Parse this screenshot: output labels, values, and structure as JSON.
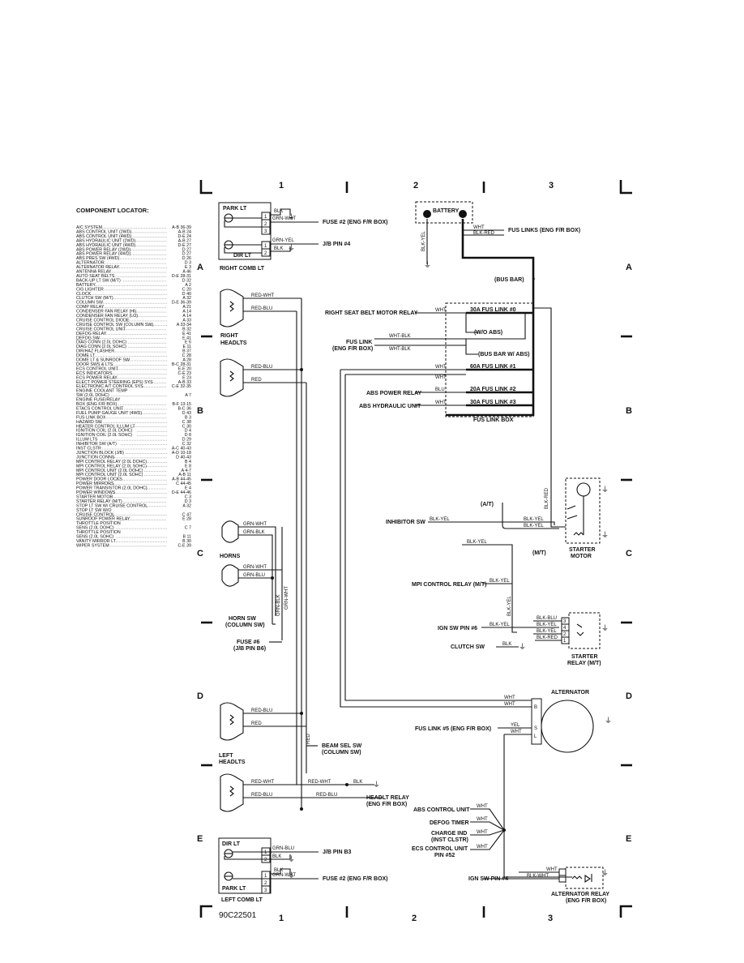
{
  "grid": {
    "cols_top": [
      "1",
      "2",
      "3"
    ],
    "cols_bottom": [
      "1",
      "2",
      "3"
    ],
    "rows_left": [
      "A",
      "B",
      "C",
      "D",
      "E"
    ],
    "rows_right": [
      "A",
      "B",
      "C",
      "D",
      "E"
    ]
  },
  "figure_id": "90C22501",
  "locator": {
    "title": "COMPONENT LOCATOR:",
    "items": [
      [
        "A/C SYSTEM",
        "A-B 36-39"
      ],
      [
        "ABS CONTROL UNIT (2WD)",
        "A-B 24"
      ],
      [
        "ABS CONTROL UNIT (4WD)",
        "D-E 24"
      ],
      [
        "ABS HYDRAULIC UNIT (2WD)",
        "A-B 27"
      ],
      [
        "ABS HYDRAULIC UNIT (4WD)",
        "D-E 27"
      ],
      [
        "ABS POWER RELAY (2WD)",
        "D 27"
      ],
      [
        "ABS POWER RELAY (4WD)",
        "D 27"
      ],
      [
        "ABS PRES SW (4WD)",
        "D 26"
      ],
      [
        "ALTERNATOR",
        "D 3"
      ],
      [
        "ALTERNATOR RELAY",
        "E 3"
      ],
      [
        "ANTENNA RELAY",
        "A 46"
      ],
      [
        "AUTO SEAT BELTS",
        "D-E 28-31"
      ],
      [
        "BACK-UP LT SW (M/T)",
        "D 32"
      ],
      [
        "BATTERY",
        "A 2"
      ],
      [
        "CIG LIGHTER",
        "C 20"
      ],
      [
        "CLOCK",
        "D 40"
      ],
      [
        "CLUTCH SW (M/T)",
        "A 32"
      ],
      [
        "COLUMN SW",
        "D-E 36-39"
      ],
      [
        "COMP RELAY",
        "A 21"
      ],
      [
        "CONDENSER FAN RELAY (HI)",
        "A 14"
      ],
      [
        "CONDENSER FAN RELAY (LO)",
        "A 14"
      ],
      [
        "CRUISE CONTROL DIODE",
        "A 33"
      ],
      [
        "CRUISE CONTROL SW (COLUMN SW)",
        "A 33-34"
      ],
      [
        "CRUISE CONTROL UNIT",
        "B 32"
      ],
      [
        "DEFOG RELAY",
        "E 41"
      ],
      [
        "DEFOG SW",
        "E 41"
      ],
      [
        "DIAG CONN (2.0L DOHC)",
        "E 6"
      ],
      [
        "DIAG CONN (2.0L SOHC)",
        "E 11"
      ],
      [
        "DIR/HAZ FLASHER",
        "B 37"
      ],
      [
        "DOME LT",
        "C 28"
      ],
      [
        "DOME LT & SUNROOF SW",
        "A 28"
      ],
      [
        "DOOR SWS & LTS",
        "B-C 28-31"
      ],
      [
        "ECS CONTROL UNIT",
        "E-E 20"
      ],
      [
        "ECS INDICATORS",
        "C-E 23"
      ],
      [
        "ECS POWER RELAY",
        "E 23"
      ],
      [
        "ELECT POWER STEERING (EPS) SYS",
        "A-B 33"
      ],
      [
        "ELECTRONIC A/T CONTROL SYS",
        "C-E 32-35"
      ],
      [
        "ENGINE COOLANT TEMP",
        ""
      ],
      [
        "SW (2.0L DOHC)",
        "A 7"
      ],
      [
        "ENGINE FUSE/RELAY",
        ""
      ],
      [
        "BOX (ENG F/R BOX)",
        "B-F 13-15"
      ],
      [
        "ETACS CONTROL UNIT",
        "B-C 36"
      ],
      [
        "FUEL PUMP GAUGE UNIT (4WD)",
        "D 43"
      ],
      [
        "FUS LINK BOX",
        "B 3"
      ],
      [
        "HAZARD SW",
        "C 38"
      ],
      [
        "HEATER CONTROL ILLUM LT",
        "C 30"
      ],
      [
        "IGNITION COIL (2.0L DOHC)",
        "D 4"
      ],
      [
        "IGNITION COIL (2.0L SOHC)",
        "D 8"
      ],
      [
        "ILLUM LTS",
        "D 29"
      ],
      [
        "INHIBITOR SW (A/T)",
        "C 32"
      ],
      [
        "INST CLSTR",
        "A-C 40-43"
      ],
      [
        "JUNCTION BLOCK (J/B)",
        "A-D 10-18"
      ],
      [
        "JUNCTION CONNS",
        "D 40-43"
      ],
      [
        "MPI CONTROL RELAY (2.0L DOHC)",
        "B 4"
      ],
      [
        "MPI CONTROL RELAY (2.0L SOHC)",
        "E 8"
      ],
      [
        "MPI CONTROL UNIT (2.0L DOHC)",
        "A 4-7"
      ],
      [
        "MPI CONTROL UNIT (2.0L SOHC)",
        "A-B 11"
      ],
      [
        "POWER DOOR LOCKS",
        "A-B 44-45"
      ],
      [
        "POWER MIRRORS",
        "C 44-45"
      ],
      [
        "POWER TRANSISTOR (2.0L DOHC)",
        "E 4"
      ],
      [
        "POWER WINDOWS",
        "D-E 44-46"
      ],
      [
        "STARTER MOTOR",
        "C 3"
      ],
      [
        "STARTER RELAY (M/T)",
        "D 3"
      ],
      [
        "STOP LT SW W/ CRUISE CONTROL",
        "A 32"
      ],
      [
        "STOP LT SW W/O",
        ""
      ],
      [
        "CRUISE CONTROL",
        "C 47"
      ],
      [
        "SUNROOF POWER RELAY",
        "E 28"
      ],
      [
        "THROTTLE POSITION",
        ""
      ],
      [
        "SENS (2.0L DOHC)",
        "C 7"
      ],
      [
        "THROTTLE POSITION",
        ""
      ],
      [
        "SENS (2.0L SOHC)",
        "B 11"
      ],
      [
        "VANITY MIRROR LT",
        "B 30"
      ],
      [
        "WIPER SYSTEM",
        "C-E 39"
      ]
    ]
  },
  "components": {
    "park_lt_r": "PARK LT",
    "dir_lt_r": "DIR LT",
    "right_comb_lt": "RIGHT COMB LT",
    "right_headlts_1": "RIGHT",
    "right_headlts_2": "HEADLTS",
    "horns": "HORNS",
    "horn_sw_1": "HORN SW",
    "horn_sw_2": "(COLUMN SW)",
    "fuse6_1": "FUSE #6",
    "fuse6_2": "(J/B PIN B6)",
    "left_headlts_1": "LEFT",
    "left_headlts_2": "HEADLTS",
    "beam_sel_1": "BEAM SEL SW",
    "beam_sel_2": "(COLUMN SW)",
    "headlt_relay_1": "HEADLT RELAY",
    "headlt_relay_2": "(ENG F/R BOX)",
    "dir_lt_l": "DIR LT",
    "park_lt_l": "PARK LT",
    "left_comb_lt": "LEFT COMB LT",
    "battery": "BATTERY",
    "fus_links": "FUS LINKS (ENG F/R BOX)",
    "bus_bar": "(BUS BAR)",
    "rsb_relay": "RIGHT SEAT BELT MOTOR RELAY",
    "fus_link_eng_1": "FUS LINK",
    "fus_link_eng_2": "(ENG F/R BOX)",
    "fl0": "30A FUS LINK #0",
    "fl1": "60A FUS LINK #1",
    "fl2": "20A FUS LINK #2",
    "fl3": "30A FUS LINK #3",
    "wo_abs": "(W/O ABS)",
    "bus_w_abs": "(BUS BAR W/ ABS)",
    "abs_power_relay": "ABS POWER RELAY",
    "abs_hydraulic": "ABS HYDRAULIC UNIT",
    "fus_link_box": "FUS LINK BOX",
    "inhibitor_sw": "INHIBITOR SW",
    "at": "(A/T)",
    "mt": "(M/T)",
    "starter_motor_1": "STARTER",
    "starter_motor_2": "MOTOR",
    "mpi_relay": "MPI CONTROL RELAY (M/T)",
    "ign_sw6": "IGN SW PIN #6",
    "clutch_sw": "CLUTCH SW",
    "starter_relay_1": "STARTER",
    "starter_relay_2": "RELAY (M/T)",
    "alternator": "ALTERNATOR",
    "fus_link5": "FUS LINK #5 (ENG F/R BOX)",
    "abs_cu": "ABS CONTROL UNIT",
    "defog_timer": "DEFOG TIMER",
    "charge_ind_1": "CHARGE IND",
    "charge_ind_2": "(INST CLSTR)",
    "ecs_cu_1": "ECS CONTROL UNIT",
    "ecs_cu_2": "PIN #52",
    "ign_sw4": "IGN SW PIN #4",
    "alt_relay_1": "ALTERNATOR RELAY",
    "alt_relay_2": "(ENG F/R BOX)",
    "fuse2_top": "FUSE #2 (ENG F/R BOX)",
    "jb_pin4": "J/B PIN #4",
    "jb_pin_b3": "J/B PIN B3",
    "fuse2_bot": "FUSE #2 (ENG F/R BOX)"
  },
  "wires": {
    "blk": "BLK",
    "grn_wht": "GRN-WHT",
    "grn_yel": "GRN-YEL",
    "grn_blu": "GRN-BLU",
    "red_wht": "RED-WHT",
    "red_blu": "RED-BLU",
    "red": "RED",
    "grn_blk": "GRN-BLK",
    "wht": "WHT",
    "blk_red": "BLK-RED",
    "blk_yel": "BLK-YEL",
    "blk_blu": "BLK-BLU",
    "wht_blk": "WHT-BLK",
    "blu": "BLU",
    "yel": "YEL",
    "blk_wht": "BLK-WHT"
  },
  "pins": {
    "p1": "1",
    "p2": "2",
    "p3": "3",
    "p4": "4",
    "b": "B",
    "s": "S",
    "l": "L"
  }
}
